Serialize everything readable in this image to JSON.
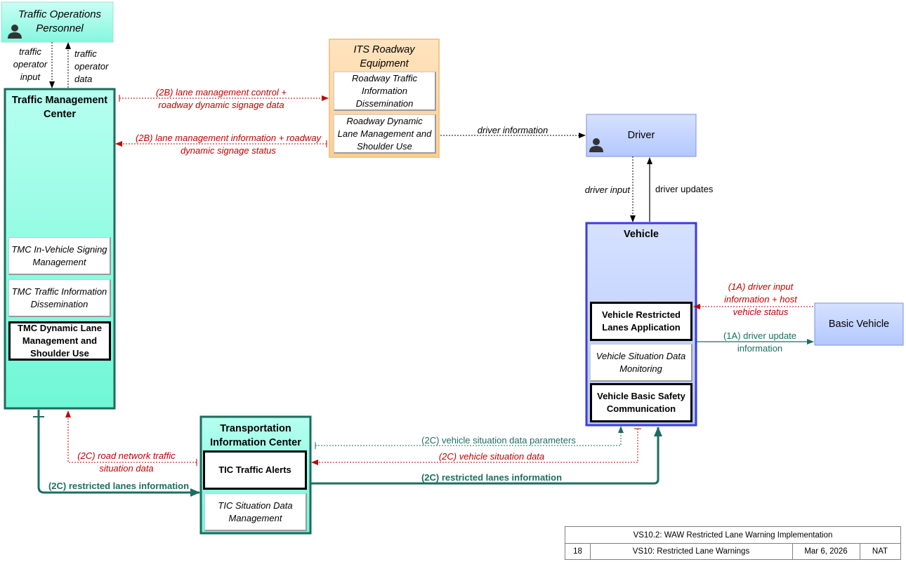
{
  "nodes": {
    "top": {
      "title": "Traffic Operations Personnel"
    },
    "tmc": {
      "title": "Traffic Management Center",
      "subs": [
        "TMC In-Vehicle Signing Management",
        "TMC Traffic Information Dissemination",
        "TMC Dynamic Lane Management and Shoulder Use"
      ]
    },
    "its": {
      "title": "ITS Roadway Equipment",
      "subs": [
        "Roadway Traffic Information Dissemination",
        "Roadway Dynamic Lane Management and Shoulder Use"
      ]
    },
    "driver": {
      "title": "Driver"
    },
    "vehicle": {
      "title": "Vehicle",
      "subs": [
        "Vehicle Restricted Lanes Application",
        "Vehicle Situation Data Monitoring",
        "Vehicle Basic Safety Communication"
      ]
    },
    "basic": {
      "title": "Basic Vehicle"
    },
    "tic": {
      "title": "Transportation Information Center",
      "subs": [
        "TIC Traffic Alerts",
        "TIC Situation Data Management"
      ]
    }
  },
  "flows": {
    "top_in": "traffic operator input",
    "top_out": "traffic operator data",
    "control": "(2B) lane management control + roadway dynamic signage data",
    "info": "(2B) lane management information + roadway dynamic signage status",
    "driver_info": "driver information",
    "driver_input": "driver input",
    "driver_updates": "driver updates",
    "host": "(1A) driver input information + host vehicle status",
    "update": "(1A) driver update information",
    "params": "(2C) vehicle situation data parameters",
    "situation": "(2C) vehicle situation data",
    "rli_right": "(2C) restricted lanes information",
    "road_net": "(2C) road network traffic situation data",
    "rli_left": "(2C) restricted lanes information"
  },
  "title_block": {
    "heading": "VS10.2: WAW Restricted Lane Warning Implementation",
    "page": "18",
    "name": "VS10: Restricted Lane Warnings",
    "date": "Mar 6, 2026",
    "scope": "NAT"
  },
  "colors": {
    "center_fill": "#7fffe0",
    "its_fill": "#ffd8a6",
    "vehicle_fill": "#c2d3ff",
    "flow_red": "#c00000",
    "flow_teal": "#1b6e5f"
  }
}
